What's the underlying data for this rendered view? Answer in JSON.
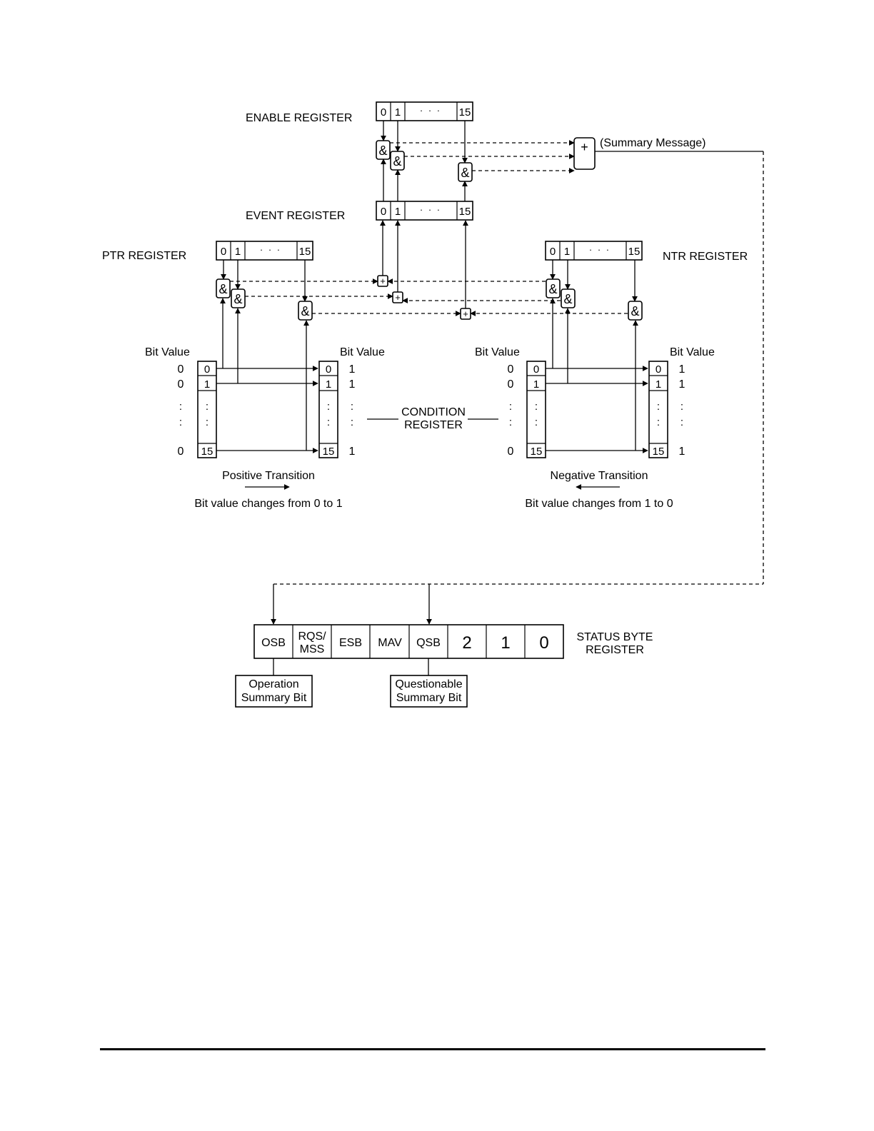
{
  "labels": {
    "enable_register": "ENABLE REGISTER",
    "event_register": "EVENT REGISTER",
    "ptr_register": "PTR REGISTER",
    "ntr_register": "NTR REGISTER",
    "summary_message": "(Summary Message)",
    "bit_value": "Bit Value",
    "condition_line1": "CONDITION",
    "condition_line2": "REGISTER",
    "positive_transition": "Positive Transition",
    "positive_desc": "Bit value changes from 0 to 1",
    "negative_transition": "Negative Transition",
    "negative_desc": "Bit value changes from 1 to 0",
    "status_byte_line1": "STATUS BYTE",
    "status_byte_line2": "REGISTER",
    "and_symbol": "&",
    "or_symbol": "+"
  },
  "register_cells": {
    "first": "0",
    "second": "1",
    "ellipsis": "· · ·",
    "last": "15",
    "vdots": ":"
  },
  "bit_values": {
    "ptr_before": [
      "0",
      "0",
      "0"
    ],
    "ptr_after": [
      "1",
      "1",
      "1"
    ],
    "ntr_before": [
      "0",
      "0",
      "0"
    ],
    "ntr_after": [
      "1",
      "1",
      "1"
    ]
  },
  "status_byte": {
    "cells": [
      "OSB",
      "RQS/",
      "MSS",
      "ESB",
      "MAV",
      "QSB",
      "2",
      "1",
      "0"
    ]
  },
  "summary_bits": {
    "operation_line1": "Operation",
    "operation_line2": "Summary Bit",
    "questionable_line1": "Questionable",
    "questionable_line2": "Summary Bit"
  }
}
